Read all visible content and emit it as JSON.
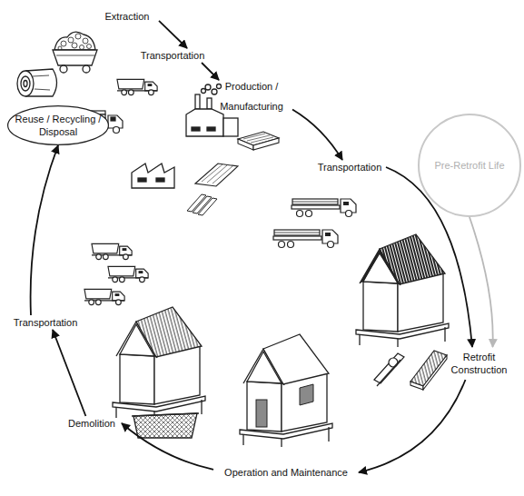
{
  "diagram": {
    "nodes": [
      {
        "text": [
          "Extraction"
        ]
      },
      {
        "text": [
          "Transportation"
        ]
      },
      {
        "text": [
          "Production / Manufacturing"
        ]
      },
      {
        "text": [
          "Transportation"
        ]
      },
      {
        "text": [
          "Pre-Retrofit Life"
        ]
      },
      {
        "text": [
          "Retrofit Construction"
        ]
      },
      {
        "text": [
          "Operation and Maintenance"
        ]
      },
      {
        "text": [
          "Demolition"
        ]
      },
      {
        "text": [
          "Transportation"
        ]
      },
      {
        "text": [
          "Reuse / Recycling / Disposal"
        ]
      }
    ],
    "edges": [
      {
        "from": 0,
        "to": 1,
        "arrow": "to"
      },
      {
        "from": 1,
        "to": 2,
        "arrow": "to"
      },
      {
        "from": 2,
        "to": 3,
        "arrow": "to"
      },
      {
        "from": 3,
        "to": 5,
        "arrow": "to"
      },
      {
        "from": 4,
        "to": 5,
        "arrow": "to"
      },
      {
        "from": 5,
        "to": 6,
        "arrow": "to"
      },
      {
        "from": 6,
        "to": 7,
        "arrow": "to"
      },
      {
        "from": 7,
        "to": 8,
        "arrow": "to"
      },
      {
        "from": 8,
        "to": 9,
        "arrow": "to"
      }
    ]
  }
}
